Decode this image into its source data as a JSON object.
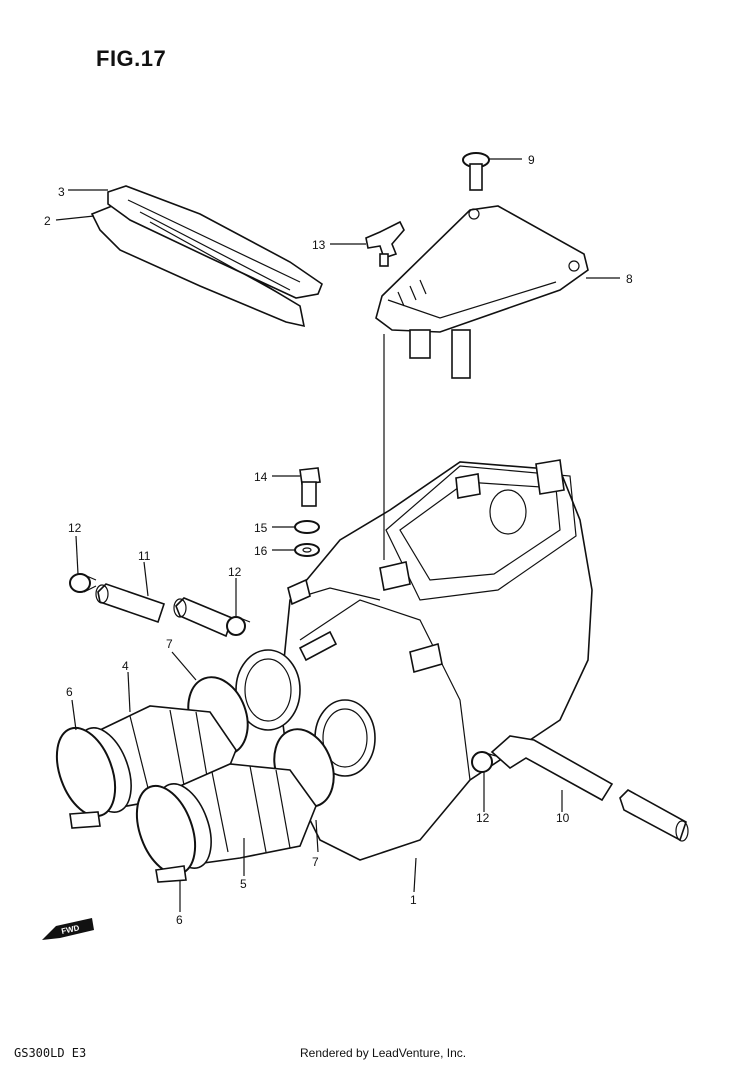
{
  "figure": {
    "title": "FIG.17",
    "model": "GS300LD E3",
    "credit": "Rendered by LeadVenture, Inc.",
    "fwd_label": "FWD"
  },
  "callouts": [
    {
      "id": "c3",
      "label": "3"
    },
    {
      "id": "c2",
      "label": "2"
    },
    {
      "id": "c9",
      "label": "9"
    },
    {
      "id": "c13",
      "label": "13"
    },
    {
      "id": "c8",
      "label": "8"
    },
    {
      "id": "c14",
      "label": "14"
    },
    {
      "id": "c15",
      "label": "15"
    },
    {
      "id": "c16",
      "label": "16"
    },
    {
      "id": "c12a",
      "label": "12"
    },
    {
      "id": "c11",
      "label": "11"
    },
    {
      "id": "c12b",
      "label": "12"
    },
    {
      "id": "c7a",
      "label": "7"
    },
    {
      "id": "c4",
      "label": "4"
    },
    {
      "id": "c6a",
      "label": "6"
    },
    {
      "id": "c7b",
      "label": "7"
    },
    {
      "id": "c5",
      "label": "5"
    },
    {
      "id": "c6b",
      "label": "6"
    },
    {
      "id": "c1",
      "label": "1"
    },
    {
      "id": "c12c",
      "label": "12"
    },
    {
      "id": "c10",
      "label": "10"
    }
  ]
}
